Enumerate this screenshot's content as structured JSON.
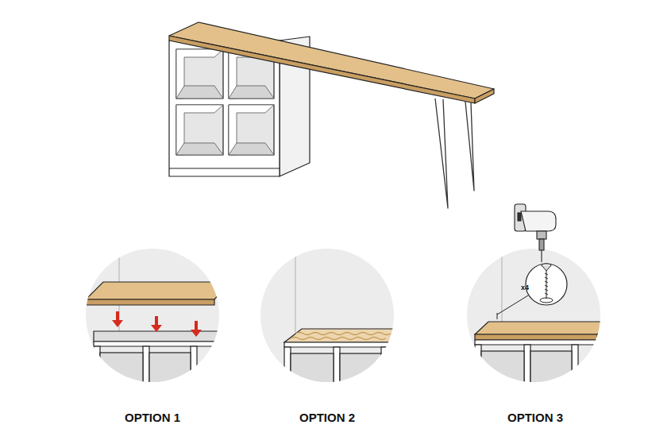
{
  "diagram": {
    "labels": [
      "OPTION 1",
      "OPTION 2",
      "OPTION 3",
      "x4"
    ]
  }
}
